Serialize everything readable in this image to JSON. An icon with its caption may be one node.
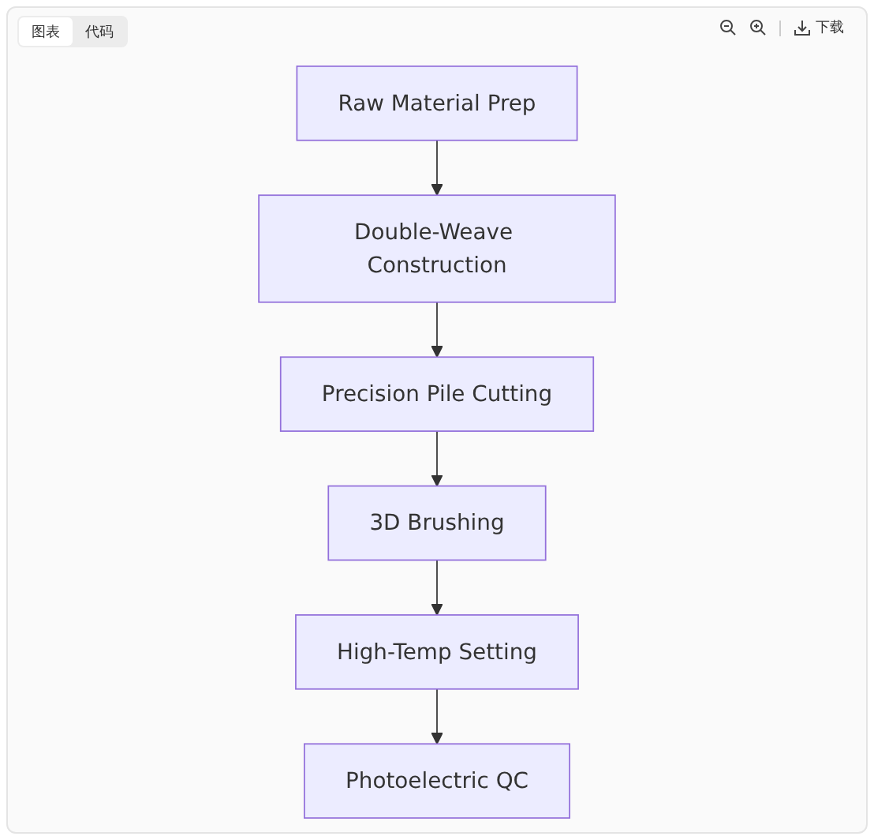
{
  "diagram": {
    "nodes": [
      {
        "text": [
          "Raw Material Prep"
        ]
      },
      {
        "text": [
          "Double-Weave Construction"
        ]
      },
      {
        "text": [
          "Precision Pile Cutting"
        ]
      },
      {
        "text": [
          "3D Brushing"
        ]
      },
      {
        "text": [
          "High-Temp Setting"
        ]
      },
      {
        "text": [
          "Photoelectric QC"
        ]
      }
    ],
    "edges": [
      {
        "from": 0,
        "to": 1,
        "arrow": "to"
      },
      {
        "from": 1,
        "to": 2,
        "arrow": "to"
      },
      {
        "from": 2,
        "to": 3,
        "arrow": "to"
      },
      {
        "from": 3,
        "to": 4,
        "arrow": "to"
      },
      {
        "from": 4,
        "to": 5,
        "arrow": "to"
      }
    ],
    "labels": [
      "图表",
      "代码",
      "下载"
    ]
  }
}
